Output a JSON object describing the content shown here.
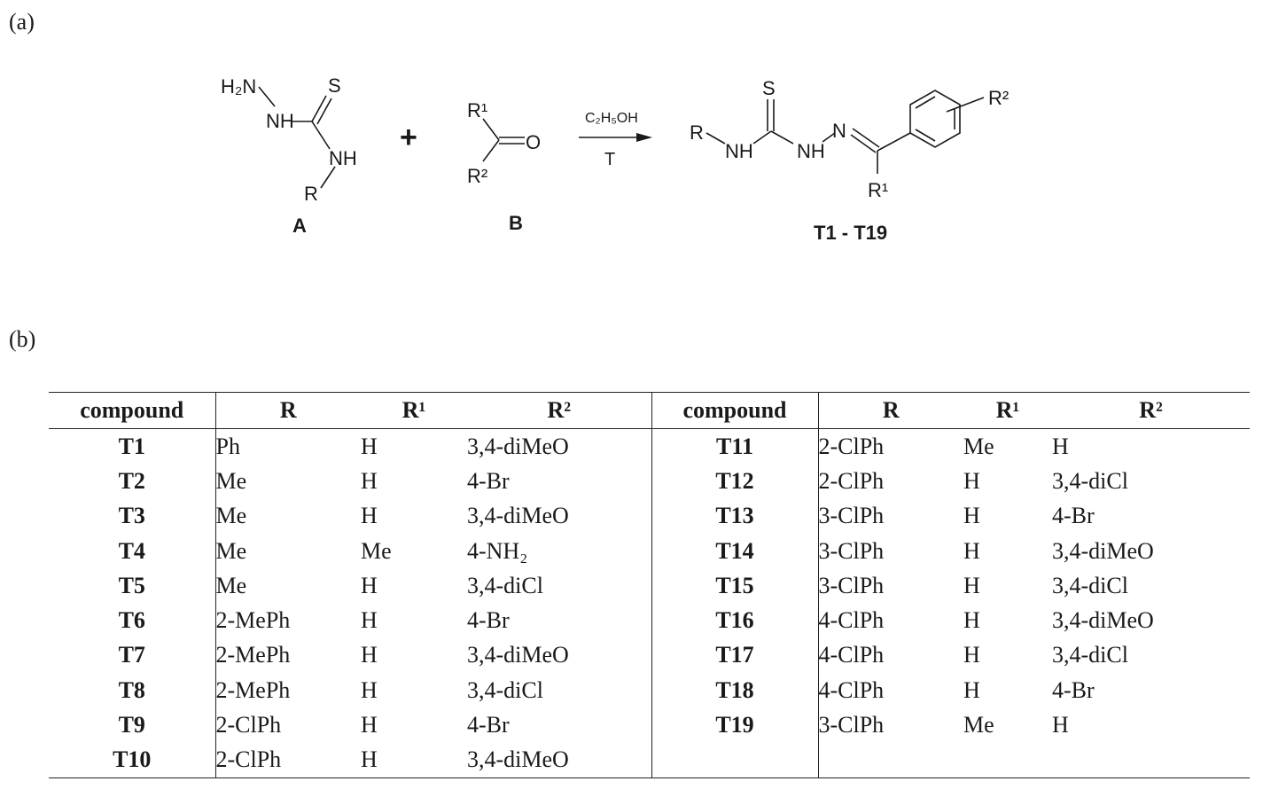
{
  "panels": {
    "a": "(a)",
    "b": "(b)"
  },
  "scheme": {
    "reactant_a": {
      "label": "A",
      "h2n": "H₂N",
      "nh1": "NH",
      "nh2": "NH",
      "s": "S",
      "r": "R"
    },
    "plus": "+",
    "reactant_b": {
      "label": "B",
      "r1": "R¹",
      "r2": "R²",
      "o": "O"
    },
    "arrow": {
      "above": "C₂H₅OH",
      "below": "T"
    },
    "product": {
      "label": "T1 - T19",
      "r": "R",
      "nh1": "NH",
      "nh2": "NH",
      "n": "N",
      "s": "S",
      "r1": "R¹",
      "r2": "R²"
    }
  },
  "table": {
    "headers": [
      "compound",
      "R",
      "R¹",
      "R²",
      "compound",
      "R",
      "R¹",
      "R²"
    ],
    "left_rows": [
      [
        "T1",
        "Ph",
        "H",
        "3,4-diMeO"
      ],
      [
        "T2",
        "Me",
        "H",
        "4-Br"
      ],
      [
        "T3",
        "Me",
        "H",
        "3,4-diMeO"
      ],
      [
        "T4",
        "Me",
        "Me",
        "4-NH₂"
      ],
      [
        "T5",
        "Me",
        "H",
        "3,4-diCl"
      ],
      [
        "T6",
        "2-MePh",
        "H",
        "4-Br"
      ],
      [
        "T7",
        "2-MePh",
        "H",
        "3,4-diMeO"
      ],
      [
        "T8",
        "2-MePh",
        "H",
        "3,4-diCl"
      ],
      [
        "T9",
        "2-ClPh",
        "H",
        "4-Br"
      ],
      [
        "T10",
        "2-ClPh",
        "H",
        "3,4-diMeO"
      ]
    ],
    "right_rows": [
      [
        "T11",
        "2-ClPh",
        "Me",
        "H"
      ],
      [
        "T12",
        "2-ClPh",
        "H",
        "3,4-diCl"
      ],
      [
        "T13",
        "3-ClPh",
        "H",
        "4-Br"
      ],
      [
        "T14",
        "3-ClPh",
        "H",
        "3,4-diMeO"
      ],
      [
        "T15",
        "3-ClPh",
        "H",
        "3,4-diCl"
      ],
      [
        "T16",
        "4-ClPh",
        "H",
        "3,4-diMeO"
      ],
      [
        "T17",
        "4-ClPh",
        "H",
        "3,4-diCl"
      ],
      [
        "T18",
        "4-ClPh",
        "H",
        "4-Br"
      ],
      [
        "T19",
        "3-ClPh",
        "Me",
        "H"
      ]
    ]
  }
}
